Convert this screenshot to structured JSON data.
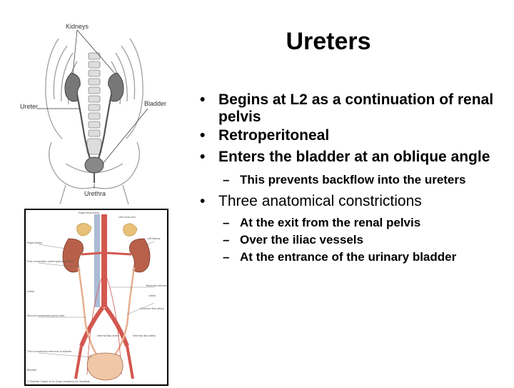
{
  "slide": {
    "title": "Ureters",
    "bullets": [
      "Begins at L2 as a continuation of renal pelvis",
      "Retroperitoneal",
      "Enters the bladder at an oblique angle"
    ],
    "sub_bullets_1": [
      "This prevents backflow into the ureters"
    ],
    "bullet_4": "Three anatomical constrictions",
    "sub_bullets_2": [
      "At the exit from the renal pelvis",
      "Over the iliac vessels",
      "At the entrance of the urinary bladder"
    ],
    "bullet_glyph": "•",
    "dash_glyph": "–"
  },
  "figure_top": {
    "labels": {
      "kidneys": "Kidneys",
      "ureter": "Ureter",
      "bladder": "Bladder",
      "urethra": "Urethra"
    }
  },
  "figure_bottom": {
    "labels": [
      "Right renal artery",
      "Left renal vein",
      "Left kidney",
      "Right kidney",
      "First constriction ureteropelvic junction",
      "Testicular arteries",
      "Ureter",
      "Ureter",
      "Common iliac artery",
      "Second constriction pelvic inlet",
      "Internal iliac artery",
      "External iliac artery",
      "Third constriction entrance to bladder",
      "Bladder"
    ],
    "credit": "© Elsevier. Drake et al: Gray's Anatomy for Students"
  },
  "colors": {
    "kidney": "#b8604a",
    "vessel": "#d2584f",
    "adrenal": "#e8c078",
    "ureter": "#e6b090"
  }
}
